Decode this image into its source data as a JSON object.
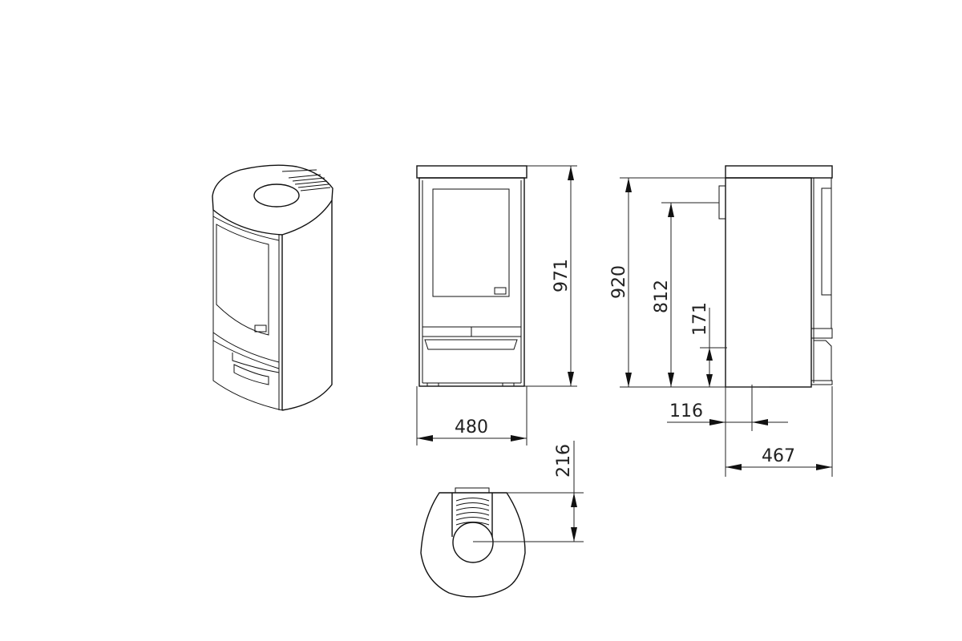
{
  "drawing": {
    "views": [
      "isometric",
      "front",
      "side",
      "top"
    ],
    "units": "mm",
    "dimensions": {
      "total_height": "971",
      "body_height": "920",
      "flue_height": "812",
      "air_inlet_height": "171",
      "width": "480",
      "depth": "467",
      "air_inlet_offset": "116",
      "flue_offset": "216"
    }
  }
}
